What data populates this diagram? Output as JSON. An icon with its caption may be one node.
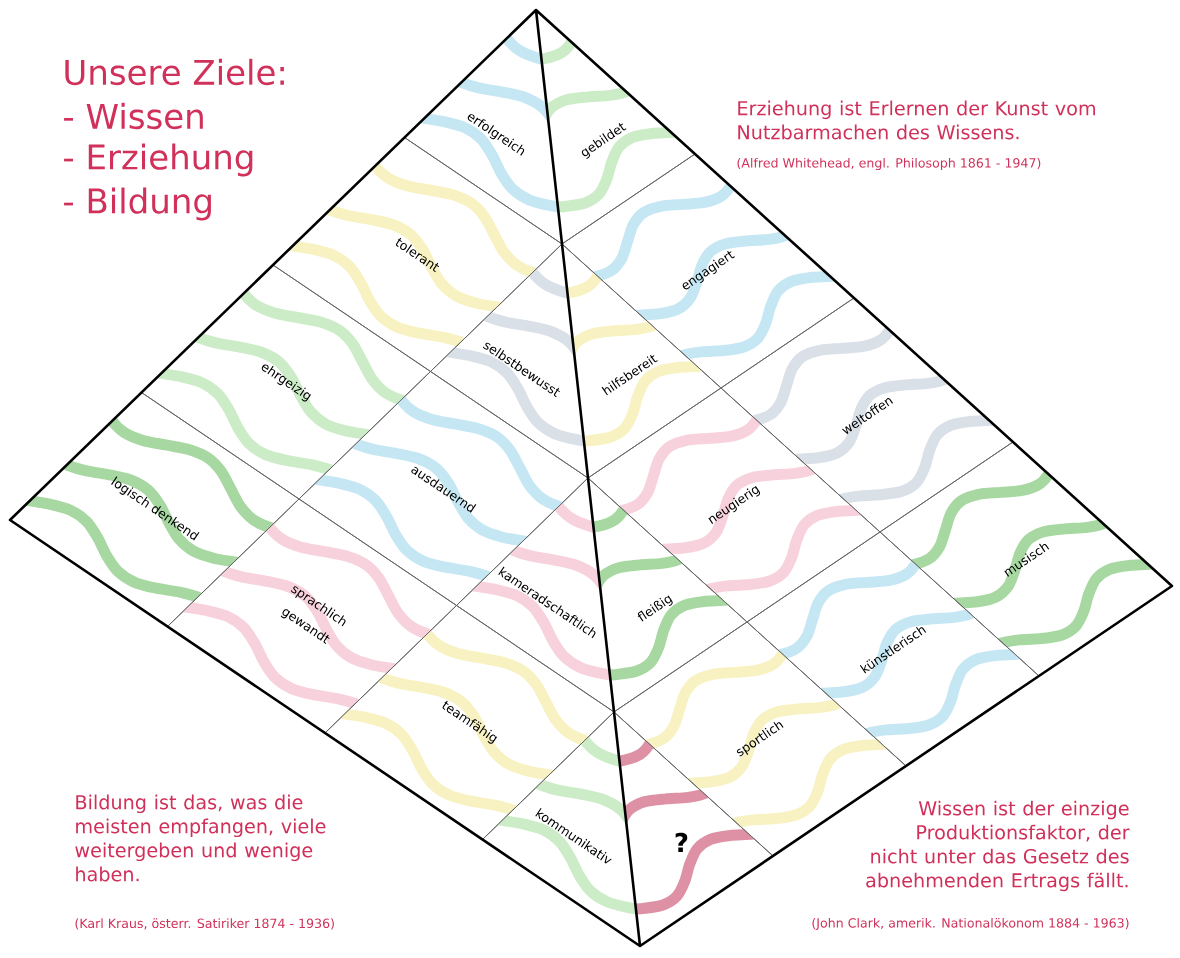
{
  "diagram": {
    "nodes": [
      {
        "text": [
          "erfolgreich"
        ]
      },
      {
        "text": [
          "tolerant"
        ]
      },
      {
        "text": [
          "selbstbewusst"
        ]
      },
      {
        "text": [
          "ehrgeizig"
        ]
      },
      {
        "text": [
          "ausdauernd"
        ]
      },
      {
        "text": [
          "kameradschaftlich"
        ]
      },
      {
        "text": [
          "logisch denkend"
        ]
      },
      {
        "text": [
          "sprachlich gewandt"
        ]
      },
      {
        "text": [
          "teamfähig"
        ]
      },
      {
        "text": [
          "kommunikativ"
        ]
      },
      {
        "text": [
          "gebildet"
        ]
      },
      {
        "text": [
          "engagiert"
        ]
      },
      {
        "text": [
          "hilfsbereit"
        ]
      },
      {
        "text": [
          "weltoffen"
        ]
      },
      {
        "text": [
          "neugierig"
        ]
      },
      {
        "text": [
          "fleißig"
        ]
      },
      {
        "text": [
          "musisch"
        ]
      },
      {
        "text": [
          "künstlerisch"
        ]
      },
      {
        "text": [
          "sportlich"
        ]
      },
      {
        "text": [
          "?"
        ]
      }
    ],
    "labels": [
      "Unsere Ziele:",
      "- Wissen",
      "- Erziehung",
      "- Bildung",
      "Erziehung ist Erlernen der Kunst vom Nutzbarmachen des Wissens.",
      "(Alfred Whitehead, engl. Philosoph 1861 - 1947)",
      "Bildung ist das, was die meisten empfangen, viele weitergeben und wenige haben.",
      "(Karl Kraus, österr. Satiriker 1874 - 1936)",
      "Wissen ist der einzige Produktionsfaktor, der nicht unter das Gesetz des abnehmenden Ertrags fällt.",
      "(John Clark, amerik. Nationalökonom 1884 - 1963)"
    ]
  }
}
